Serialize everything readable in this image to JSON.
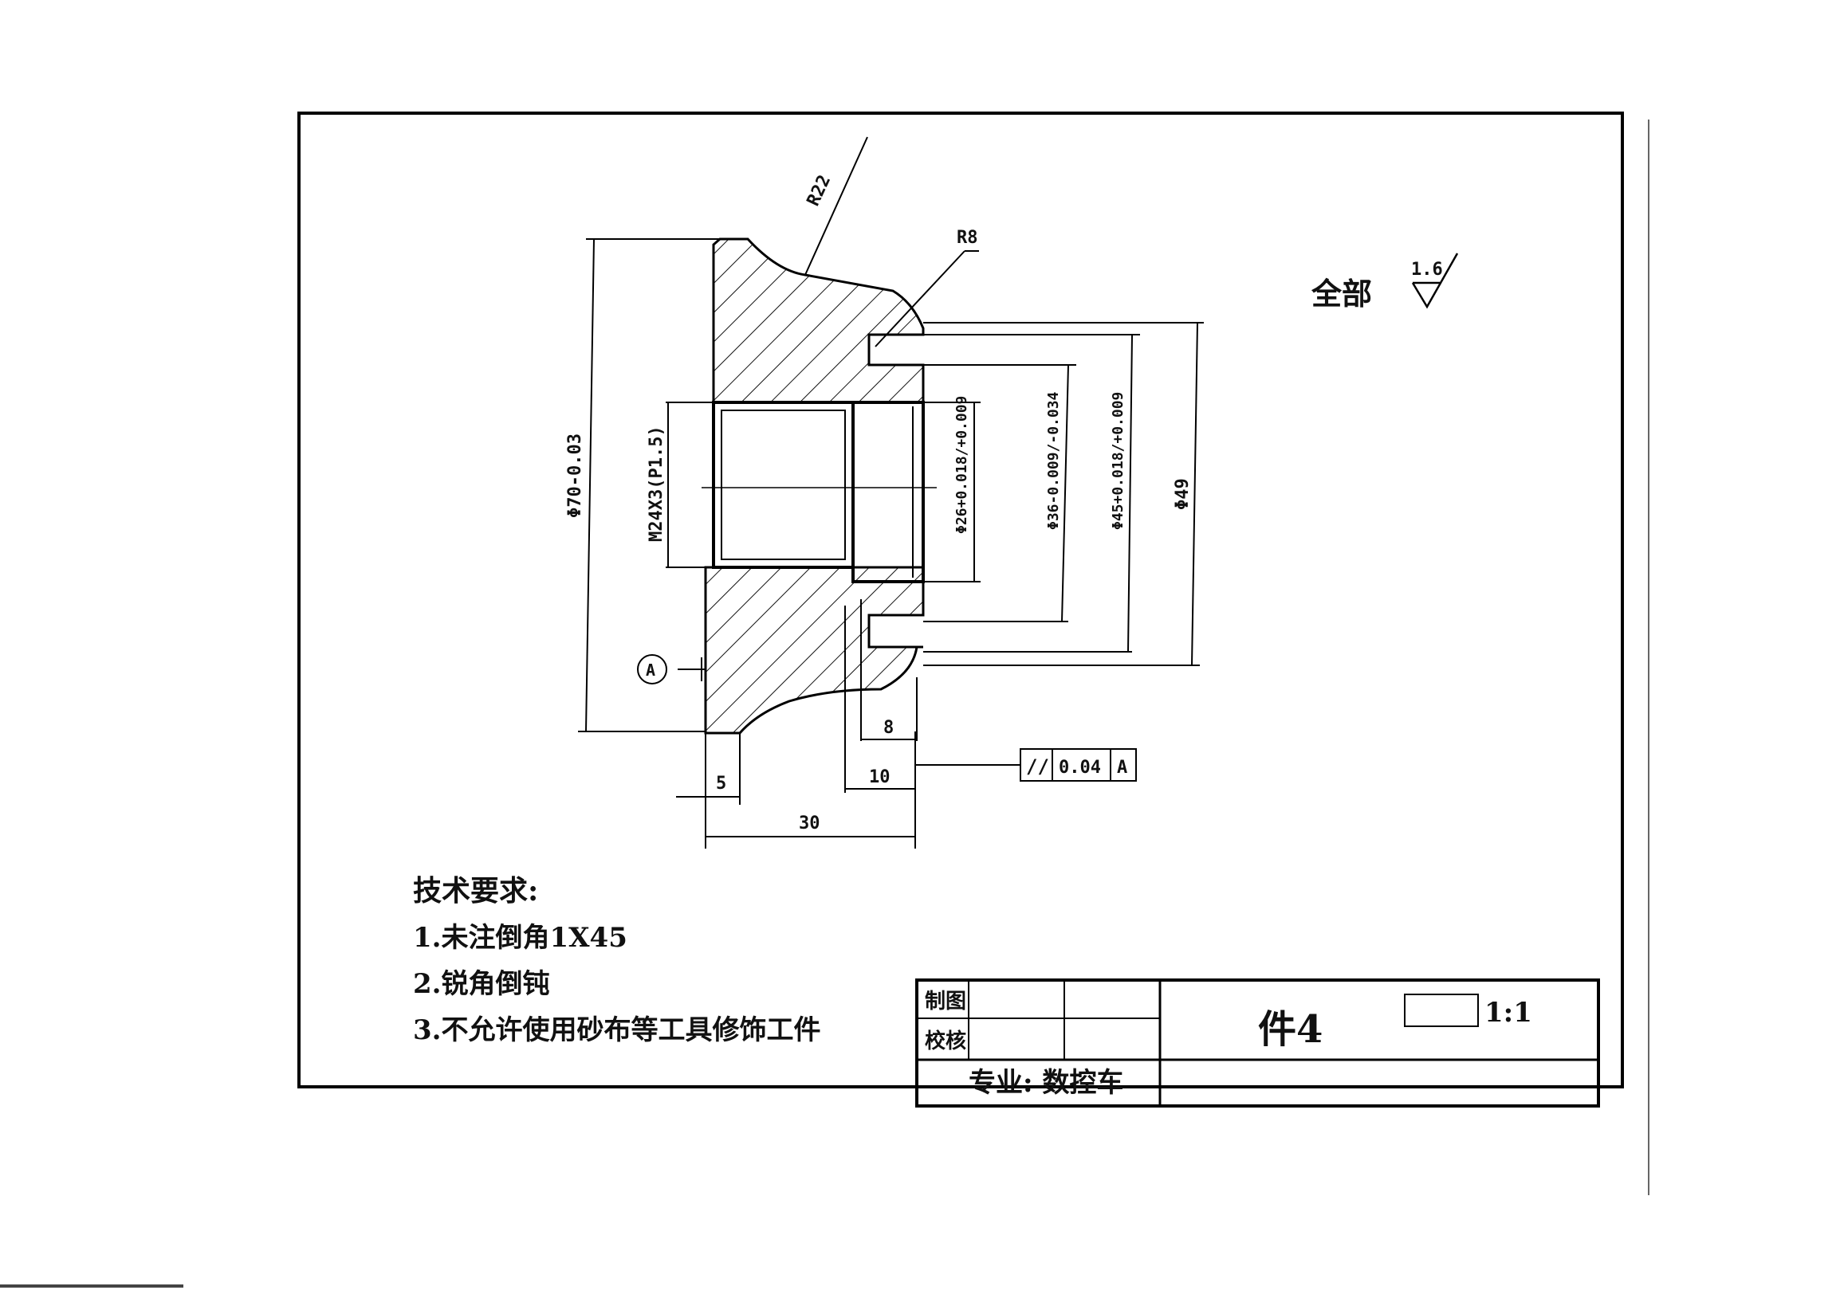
{
  "surface_finish": {
    "label": "全部",
    "value": "1.6"
  },
  "dimensions": {
    "r22": "R22",
    "r8": "R8",
    "d70": "Φ70-0.03",
    "thread": "M24X3(P1.5)",
    "d26": "Φ26+0.018/+0.009",
    "d36": "Φ36-0.009/-0.034",
    "d45": "Φ45+0.018/+0.009",
    "d49": "Φ49",
    "len8": "8",
    "len5": "5",
    "len10": "10",
    "len30": "30"
  },
  "datum": {
    "label": "A"
  },
  "tolerance_frame": {
    "symbol": "//",
    "value": "0.04",
    "datum": "A"
  },
  "notes": {
    "title": "技术要求:",
    "items": [
      "1.未注倒角1X45",
      "2.锐角倒钝",
      "3.不允许使用砂布等工具修饰工件"
    ]
  },
  "title_block": {
    "drawn_label": "制图",
    "checked_label": "校核",
    "major": "专业: 数控车",
    "part_name": "件4",
    "scale": "1:1"
  }
}
